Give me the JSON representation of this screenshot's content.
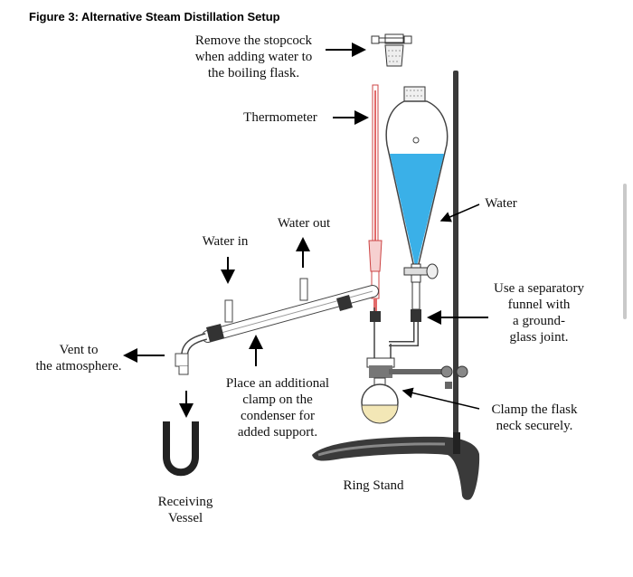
{
  "figure_title": "Figure 3: Alternative Steam Distillation Setup",
  "labels": {
    "stopcock_l1": "Remove the stopcock",
    "stopcock_l2": "when adding water to",
    "stopcock_l3": "the boiling flask.",
    "thermometer": "Thermometer",
    "water": "Water",
    "water_out": "Water out",
    "water_in": "Water in",
    "funnel_l1": "Use a separatory",
    "funnel_l2": "funnel with",
    "funnel_l3": "a ground-",
    "funnel_l4": "glass joint.",
    "vent_l1": "Vent to",
    "vent_l2": "the atmosphere.",
    "clamp_cond_l1": "Place an additional",
    "clamp_cond_l2": "clamp on the",
    "clamp_cond_l3": "condenser for",
    "clamp_cond_l4": "added support.",
    "clamp_flask_l1": "Clamp the flask",
    "clamp_flask_l2": "neck securely.",
    "ring_stand": "Ring Stand",
    "receiving_l1": "Receiving",
    "receiving_l2": "Vessel"
  },
  "colors": {
    "water": "#3ab0e8",
    "flask_liquid": "#f3e7b6",
    "thermometer": "#e26a6a",
    "stand": "#3a3a3a",
    "glass_outline": "#555555"
  }
}
